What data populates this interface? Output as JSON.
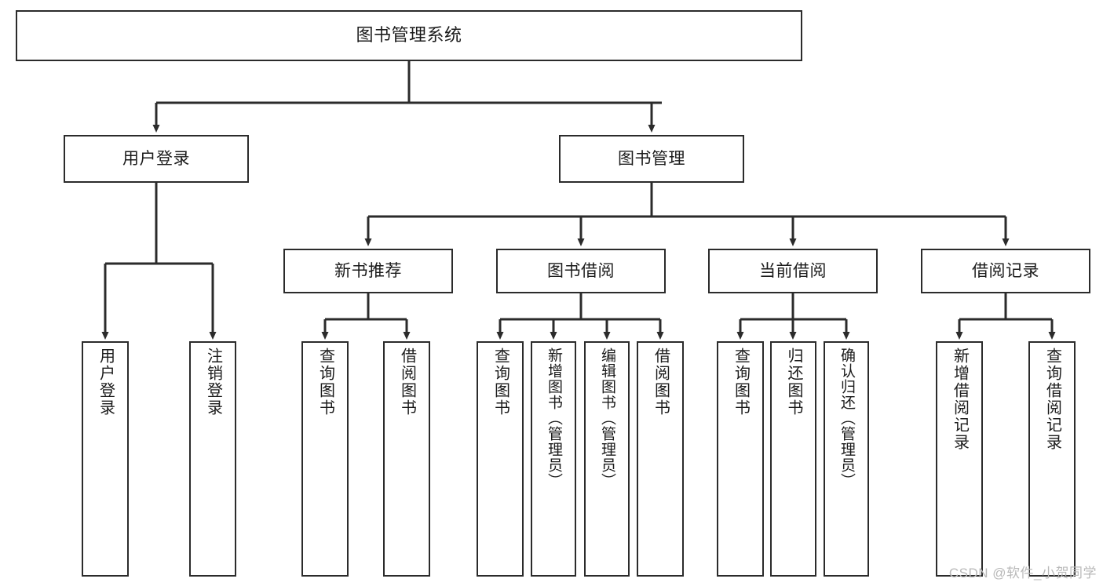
{
  "diagram": {
    "title": "图书管理系统",
    "type": "tree",
    "root": {
      "label": "图书管理系统"
    },
    "level1": [
      {
        "label": "用户登录"
      },
      {
        "label": "图书管理"
      }
    ],
    "level2": [
      {
        "label": "新书推荐"
      },
      {
        "label": "图书借阅"
      },
      {
        "label": "当前借阅"
      },
      {
        "label": "借阅记录"
      }
    ],
    "leaves": {
      "user_login": [
        {
          "label": "用户登录"
        },
        {
          "label": "注销登录"
        }
      ],
      "new_book_recommend": [
        {
          "label": "查询图书"
        },
        {
          "label": "借阅图书"
        }
      ],
      "book_borrow": [
        {
          "label": "查询图书"
        },
        {
          "label": "新增图书（管理员）"
        },
        {
          "label": "编辑图书（管理员）"
        },
        {
          "label": "借阅图书"
        }
      ],
      "current_borrow": [
        {
          "label": "查询图书"
        },
        {
          "label": "归还图书"
        },
        {
          "label": "确认归还（管理员）"
        }
      ],
      "borrow_record": [
        {
          "label": "新增借阅记录"
        },
        {
          "label": "查询借阅记录"
        }
      ]
    },
    "colors": {
      "border": "#2b2b2b",
      "text": "#1b1b1b",
      "background": "#ffffff",
      "watermark": "#b9b9b9"
    }
  },
  "watermark": {
    "text": "CSDN @软件_小贺同学"
  }
}
